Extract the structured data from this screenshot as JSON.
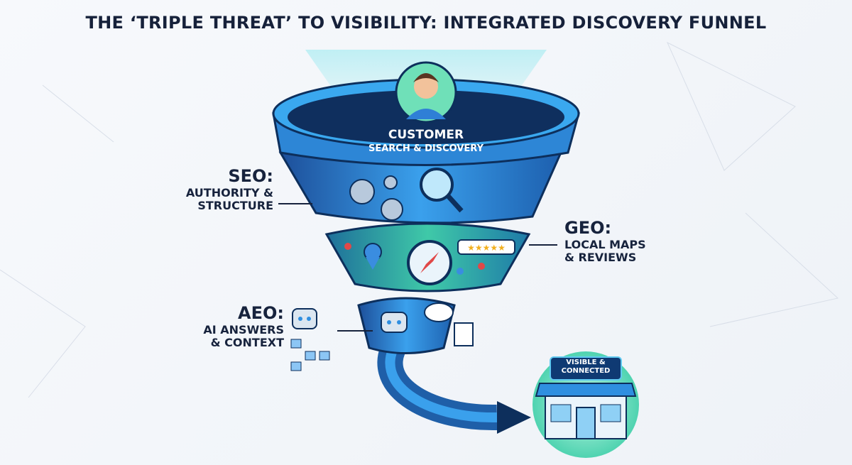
{
  "title": "THE ‘TRIPLE THREAT’ TO VISIBILITY: INTEGRATED DISCOVERY FUNNEL",
  "funnel_top": {
    "line1": "CUSTOMER",
    "line2": "SEARCH & DISCOVERY"
  },
  "seo": {
    "head": "SEO:",
    "line1": "AUTHORITY &",
    "line2": "STRUCTURE"
  },
  "geo": {
    "head": "GEO:",
    "line1": "LOCAL MAPS",
    "line2": "& REVIEWS"
  },
  "aeo": {
    "head": "AEO:",
    "line1": "AI ANSWERS",
    "line2": "& CONTEXT"
  },
  "store_sign": {
    "line1": "VISIBLE &",
    "line2": "CONNECTED"
  },
  "colors": {
    "navy": "#17233d",
    "blue": "#2f8fe0",
    "teal": "#3fcf9f",
    "dark": "#0d2f5c"
  }
}
